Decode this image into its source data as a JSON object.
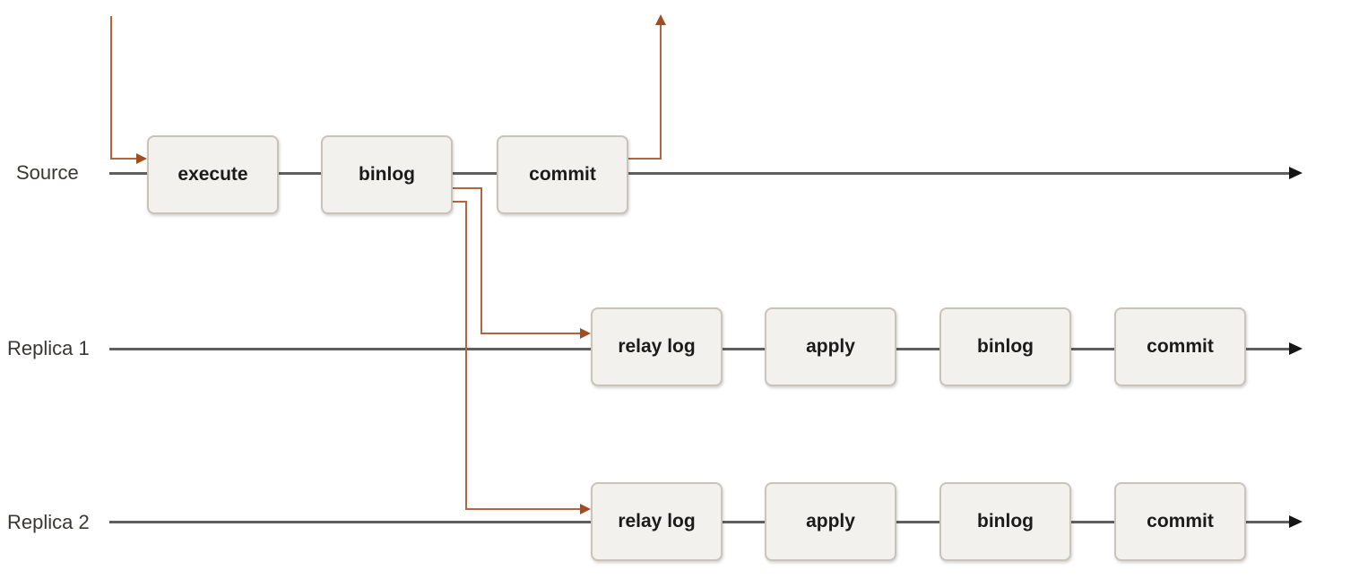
{
  "diagram": {
    "rows": [
      {
        "label": "Source",
        "boxes": [
          {
            "label": "execute"
          },
          {
            "label": "binlog"
          },
          {
            "label": "commit"
          }
        ]
      },
      {
        "label": "Replica 1",
        "boxes": [
          {
            "label": "relay log"
          },
          {
            "label": "apply"
          },
          {
            "label": "binlog"
          },
          {
            "label": "commit"
          }
        ]
      },
      {
        "label": "Replica 2",
        "boxes": [
          {
            "label": "relay log"
          },
          {
            "label": "apply"
          },
          {
            "label": "binlog"
          },
          {
            "label": "commit"
          }
        ]
      }
    ],
    "colors": {
      "flow_line": "#b2653f",
      "flow_arrowhead": "#a04d22",
      "timeline": "#5f5f5f",
      "timeline_arrowhead": "#161616",
      "box_fill": "#f2f1ee",
      "box_border": "#c9c3ba",
      "background": "#ffffff"
    }
  }
}
